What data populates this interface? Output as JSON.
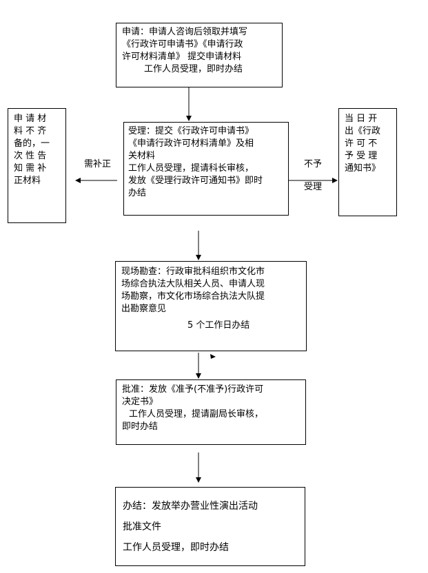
{
  "steps": {
    "apply": {
      "line1": "申请：申请人咨询后领取并填写",
      "line2": "《行政许可申请书》《申请行政",
      "line3": "许可材料清单》 提交申请材料",
      "line4": "工作人员受理，即时办结"
    },
    "accept": {
      "line1": "受理：提交《行政许可申请书》",
      "line2": "《申请行政许可材料清单》及相",
      "line3": "关材料",
      "line4": "工作人员受理，提请科长审核，",
      "line5": "发放《受理行政许可通知书》即时",
      "line6": "办结"
    },
    "incomplete": {
      "line1": "申 请 材",
      "line2": "料 不 齐",
      "line3": "备的，一",
      "line4": "次 性 告",
      "line5": "知 需 补",
      "line6": "正材料"
    },
    "reject": {
      "line1": "当 日 开",
      "line2": "出《行政",
      "line3": "许 可 不",
      "line4": "予 受 理",
      "line5": "通知书》"
    },
    "inspect": {
      "line1": "现场勘查：行政审批科组织市文化市",
      "line2": "场综合执法大队相关人员、申请人现",
      "line3": "场勘察，市文化市场综合执法大队提",
      "line4": "出勘察意见",
      "line5": "5 个工作日办结"
    },
    "approve": {
      "line1": "批准：发放《准予(不准予)行政许可",
      "line2": "决定书》",
      "line3": "工作人员受理，提请副局长审核，",
      "line4": "即时办结"
    },
    "complete": {
      "line1": "办结：发放举办营业性演出活动",
      "line2": "批准文件",
      "line3": "工作人员受理，即时办结"
    }
  },
  "labels": {
    "need_supplement": "需补正",
    "reject_line1": "不予",
    "reject_line2": "受理"
  }
}
